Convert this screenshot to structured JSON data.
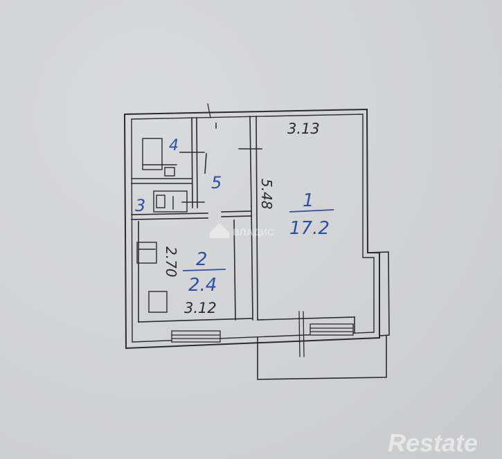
{
  "plan": {
    "dims": {
      "top_width": "3.13",
      "room1_height": "5.48",
      "room2_height": "2.70",
      "bottom_width": "3.12"
    },
    "rooms": [
      {
        "number": "1",
        "area": "17.2"
      },
      {
        "number": "2",
        "area": "2.4"
      },
      {
        "number": "3",
        "area": ""
      },
      {
        "number": "4",
        "area": ""
      },
      {
        "number": "5",
        "area": ""
      }
    ]
  },
  "watermarks": {
    "center": "ВЛАДИС",
    "corner": "Restate"
  },
  "colors": {
    "paper": "#d2d3d5",
    "line": "#2a2a2e",
    "ink_blue": "#2b4fa8",
    "watermark": "#ffffff"
  }
}
